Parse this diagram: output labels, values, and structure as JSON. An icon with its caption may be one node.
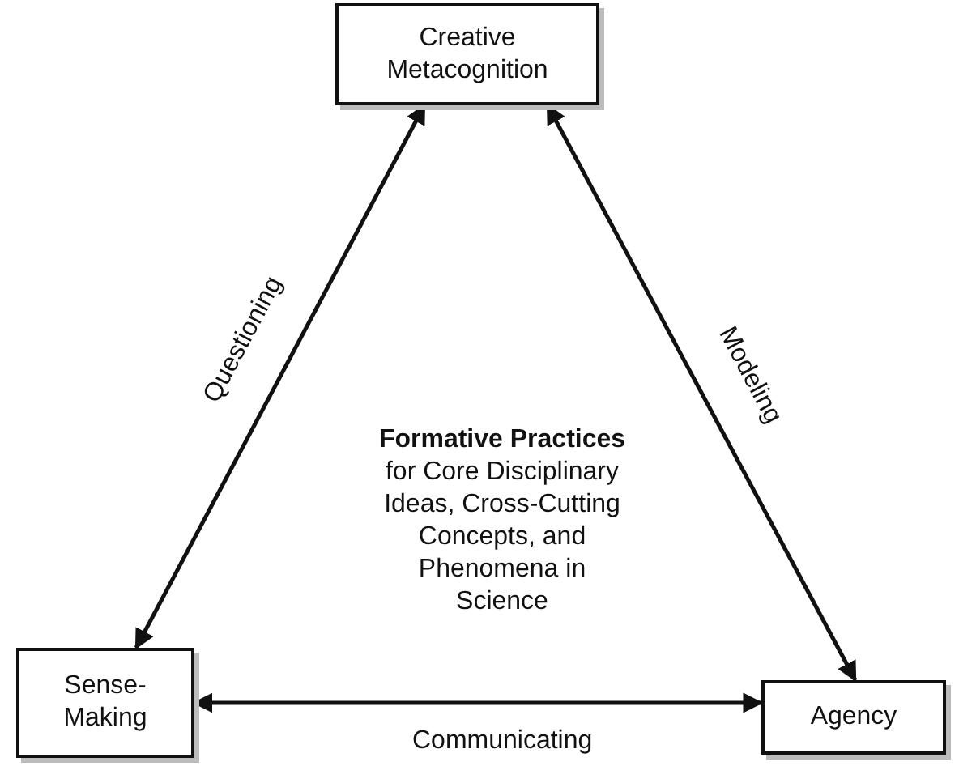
{
  "diagram": {
    "nodes": [
      {
        "text": [
          "Creative Metacognition"
        ]
      },
      {
        "text": [
          "Sense-Making"
        ]
      },
      {
        "text": [
          "Agency"
        ]
      }
    ],
    "edges": [
      {
        "from": 0,
        "to": 1,
        "arrow": "both",
        "label": "Questioning"
      },
      {
        "from": 0,
        "to": 2,
        "arrow": "both",
        "label": "Modeling"
      },
      {
        "from": 1,
        "to": 2,
        "arrow": "both",
        "label": "Communicating"
      }
    ],
    "labels": [
      "**Formative Practices** for Core Disciplinary Ideas, Cross-Cutting Concepts, and Phenomena in Science"
    ]
  }
}
